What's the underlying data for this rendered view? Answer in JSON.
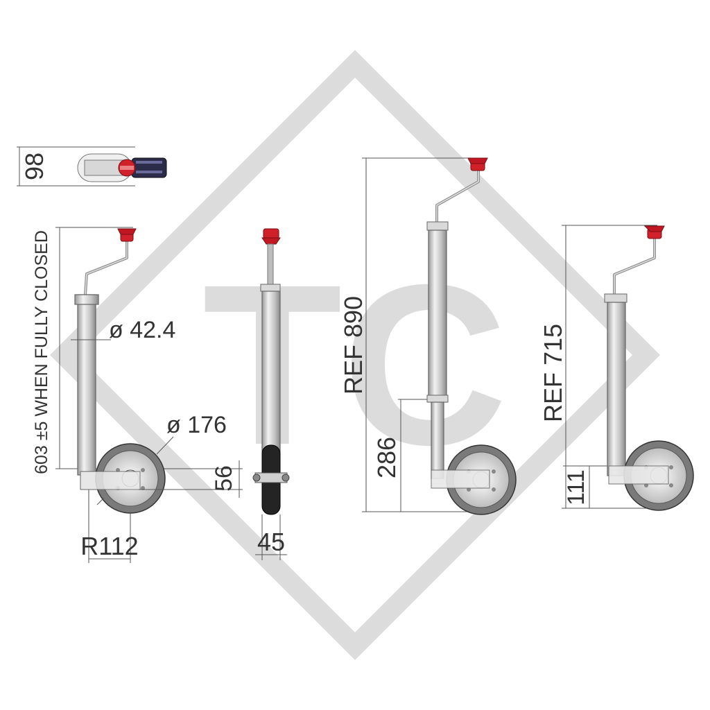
{
  "watermark": {
    "text": "TC",
    "color": "#d9d9d9"
  },
  "colors": {
    "handle": "#d0202a",
    "tyre": "#2a2a2a",
    "tube": "#cfcfcf",
    "lines": "#555555"
  },
  "labels": {
    "top_width": "98",
    "overall_closed": "603 ±5 WHEN FULLY CLOSED",
    "tube_diameter": "ø 42.4",
    "wheel_diameter": "ø 176",
    "axle_offset": "56",
    "radius": "R112",
    "wheel_width": "45",
    "ref_890": "REF 890",
    "dim_286": "286",
    "ref_715": "REF 715",
    "dim_111": "111"
  }
}
